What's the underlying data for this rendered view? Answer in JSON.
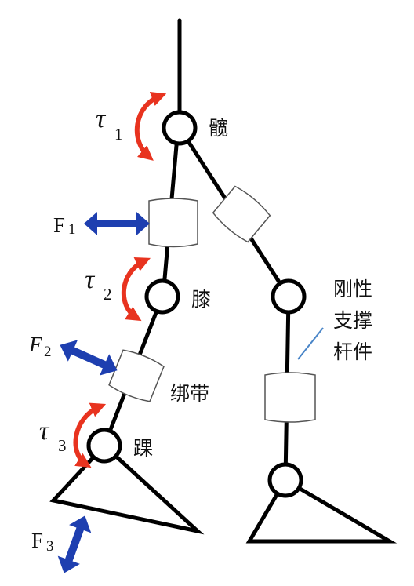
{
  "labels": {
    "hip": "髋",
    "knee": "膝",
    "ankle": "踝",
    "strap": "绑带",
    "rod_line1": "刚性",
    "rod_line2": "支撑",
    "rod_line3": "杆件"
  },
  "torques": {
    "t1": {
      "symbol": "τ",
      "sub": "1"
    },
    "t2": {
      "symbol": "τ",
      "sub": "2"
    },
    "t3": {
      "symbol": "τ",
      "sub": "3"
    }
  },
  "forces": {
    "f1": {
      "symbol": "F",
      "sub": "1"
    },
    "f2": {
      "symbol": "F",
      "sub": "2"
    },
    "f3": {
      "symbol": "F",
      "sub": "3"
    }
  },
  "colors": {
    "torque_arrow": "#e8331f",
    "force_arrow": "#1e3fb0",
    "line": "#000000",
    "strap_border": "#555555",
    "callout": "#4a86c8"
  }
}
